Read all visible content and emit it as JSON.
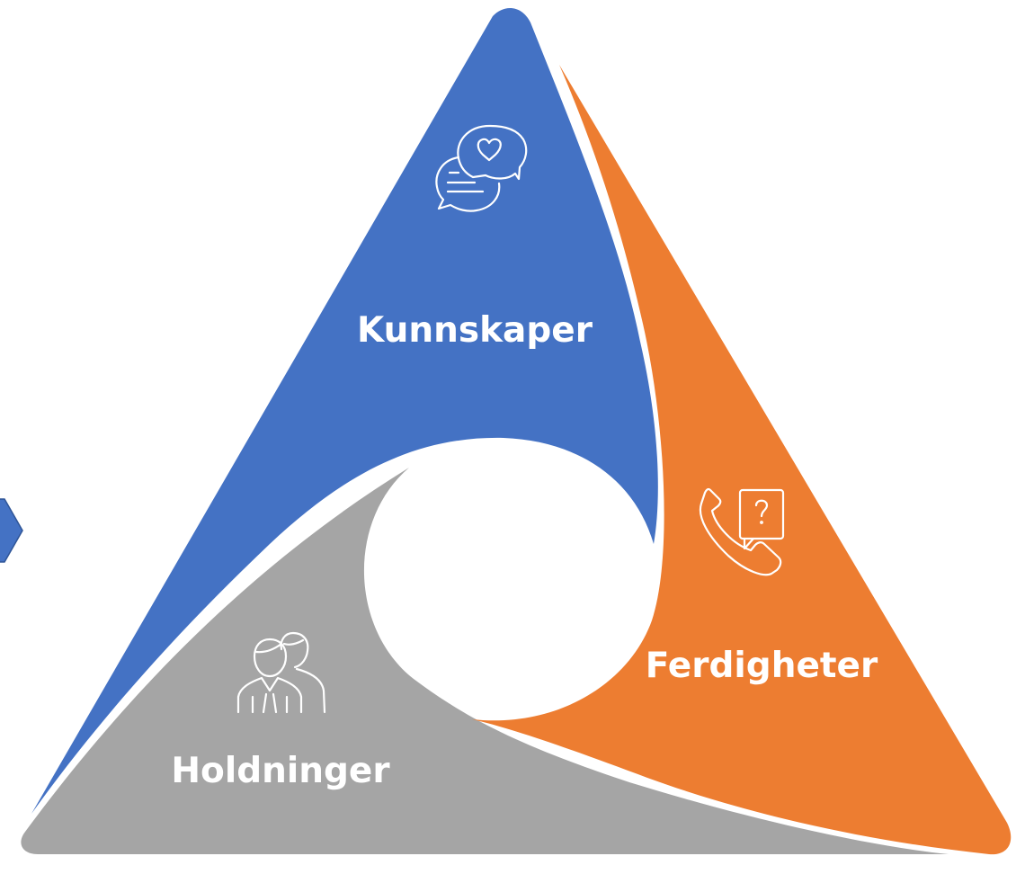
{
  "segments": {
    "top": {
      "label": "Kunnskaper",
      "color": "#4472C4",
      "icon": "chat-heart-icon"
    },
    "right": {
      "label": "Ferdigheter",
      "color": "#ED7D31",
      "icon": "phone-question-icon"
    },
    "bottom": {
      "label": "Holdninger",
      "color": "#A5A5A5",
      "icon": "two-people-icon"
    }
  },
  "arrow": {
    "color": "#4472C4",
    "icon": "arrow-right-icon"
  }
}
